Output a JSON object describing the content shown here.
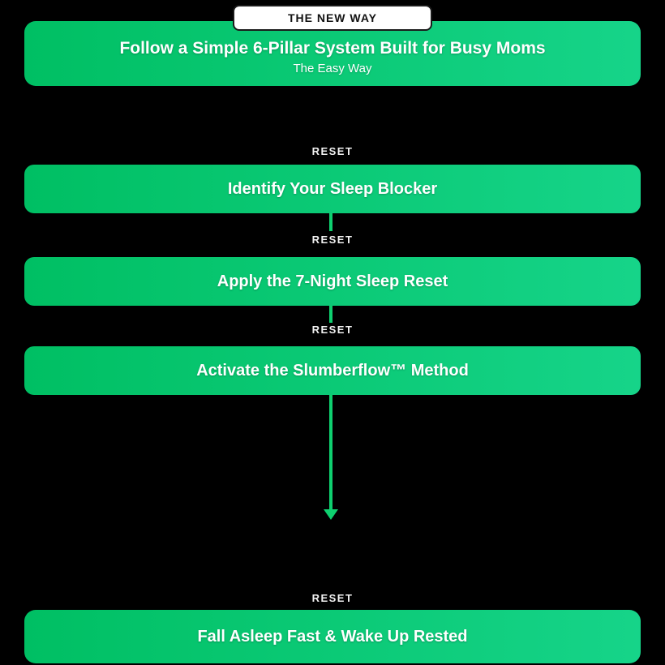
{
  "badge": {
    "label": "THE NEW WAY"
  },
  "hero": {
    "title": "Follow a Simple 6-Pillar System Built for Busy Moms",
    "subtitle": "The Easy Way"
  },
  "steps": [
    {
      "reset_label": "RESET",
      "title": "Identify Your Sleep Blocker",
      "connector_after": "short-line"
    },
    {
      "reset_label": "RESET",
      "title": "Apply the 7-Night Sleep Reset",
      "connector_after": "short-line"
    },
    {
      "reset_label": "RESET",
      "title": "Activate the Slumberflow™ Method",
      "connector_after": "long-arrow"
    },
    {
      "reset_label": "RESET",
      "title": "Fall Asleep Fast & Wake Up Rested",
      "connector_after": "none"
    }
  ],
  "colors": {
    "background": "#000000",
    "box_gradient_left": "#00bf63",
    "box_gradient_right": "#16d489",
    "arrow_green": "#0ed06f",
    "badge_background": "#ffffff",
    "badge_border": "#1a1a1a",
    "badge_text": "#111111",
    "box_text": "#ffffff",
    "reset_text": "#f2f2f2"
  }
}
